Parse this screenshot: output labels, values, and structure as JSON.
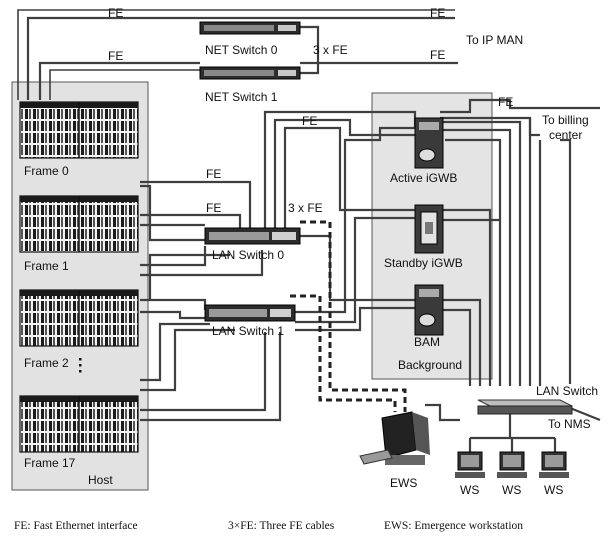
{
  "labels": {
    "fe": "FE",
    "three_fe": "3 x FE",
    "net_switch_0": "NET Switch 0",
    "net_switch_1": "NET Switch 1",
    "to_ip_man": "To IP MAN",
    "frame_0": "Frame 0",
    "frame_1": "Frame 1",
    "frame_2": "Frame 2",
    "frame_17": "Frame 17",
    "host": "Host",
    "lan_switch_0": "LAN Switch 0",
    "lan_switch_1": "LAN Switch 1",
    "active_igwb": "Active iGWB",
    "standby_igwb": "Standby iGWB",
    "bam": "BAM",
    "background": "Background",
    "to_billing_center_line1": "To billing",
    "to_billing_center_line2": "center",
    "lan_switch": "LAN Switch",
    "to_nms": "To NMS",
    "ews": "EWS",
    "ws": "WS"
  },
  "legend": {
    "fe": "FE: Fast Ethernet interface",
    "three_fe": "3×FE: Three FE cables",
    "ews": "EWS: Emergence workstation"
  },
  "colors": {
    "cable": "#4a4a4a",
    "panel": "#e3e3e3",
    "device_dark": "#2a2a2a"
  }
}
